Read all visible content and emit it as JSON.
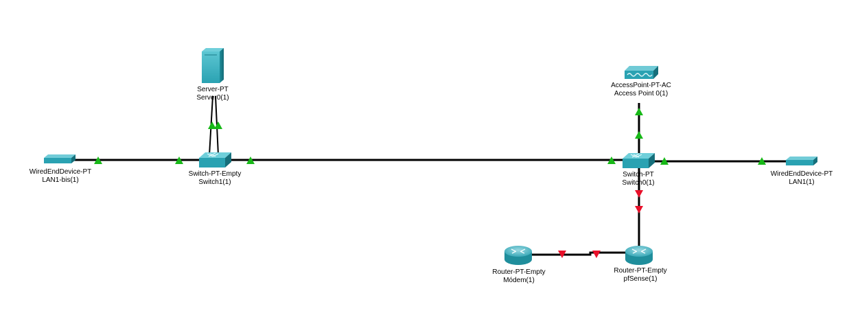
{
  "colors": {
    "link": "#000000",
    "status_up": "#18b818",
    "status_down": "#e8102a",
    "device_teal": "#1f9aa8"
  },
  "devices": {
    "server": {
      "model": "Server-PT",
      "name": "Server0(1)",
      "icon": "server-icon"
    },
    "access_point": {
      "model": "AccessPoint-PT-AC",
      "name": "Access Point 0(1)",
      "icon": "access-point-icon"
    },
    "lan1_bis": {
      "model": "WiredEndDevice-PT",
      "name": "LAN1-bis(1)",
      "icon": "wired-end-device-icon"
    },
    "switch1": {
      "model": "Switch-PT-Empty",
      "name": "Switch1(1)",
      "icon": "switch-icon"
    },
    "switch0": {
      "model": "Switch-PT",
      "name": "Switch0(1)",
      "icon": "switch-icon"
    },
    "lan1": {
      "model": "WiredEndDevice-PT",
      "name": "LAN1(1)",
      "icon": "wired-end-device-icon"
    },
    "modem": {
      "model": "Router-PT-Empty",
      "name": "Módem(1)",
      "icon": "router-icon"
    },
    "pfsense": {
      "model": "Router-PT-Empty",
      "name": "pfSense(1)",
      "icon": "router-icon"
    }
  },
  "links": [
    {
      "from": "lan1_bis",
      "to": "switch1",
      "status": "up"
    },
    {
      "from": "switch1",
      "to": "server",
      "status": "up"
    },
    {
      "from": "switch1",
      "to": "switch0",
      "status": "up"
    },
    {
      "from": "switch0",
      "to": "access_point",
      "status": "up"
    },
    {
      "from": "switch0",
      "to": "lan1",
      "status": "up"
    },
    {
      "from": "switch0",
      "to": "pfsense",
      "status": "down"
    },
    {
      "from": "pfsense",
      "to": "modem",
      "status": "down"
    }
  ]
}
